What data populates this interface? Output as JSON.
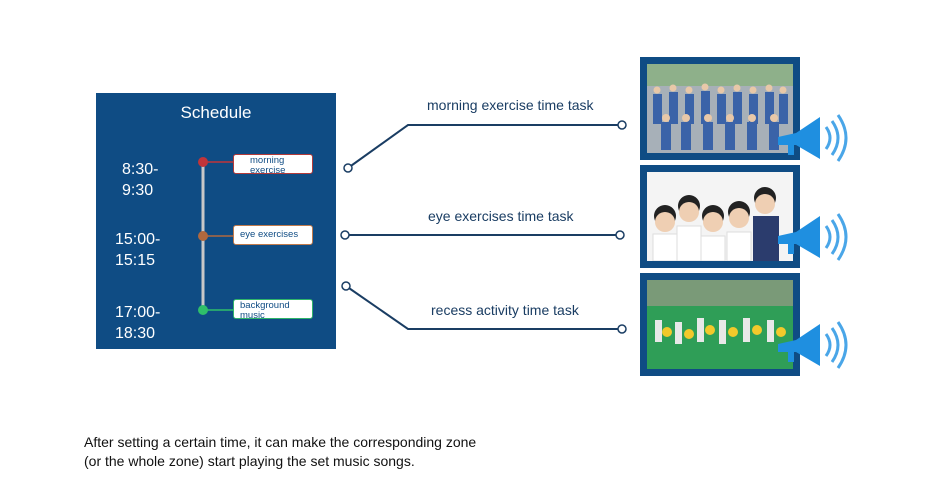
{
  "schedule": {
    "title": "Schedule",
    "rows": [
      {
        "time": "8:30-\n9:30",
        "tag": "morning exercise",
        "dot_color": "#c0343a"
      },
      {
        "time": "15:00-\n15:15",
        "tag": "eye exercises",
        "dot_color": "#b0683e"
      },
      {
        "time": "17:00-\n18:30",
        "tag": "background music",
        "dot_color": "#2fbf6a"
      }
    ]
  },
  "tasks": [
    {
      "label": "morning exercise time task"
    },
    {
      "label": "eye exercises time task"
    },
    {
      "label": "recess activity time task"
    }
  ],
  "footer": {
    "line1": "After setting a certain time, it can make the corresponding zone",
    "line2": "(or the whole zone) start playing the set music songs."
  },
  "colors": {
    "panel": "#0f4c84",
    "connector": "#1a3d63",
    "speaker": "#1f8fe0",
    "speaker_waves": "#4aa6e8"
  },
  "icons": [
    "speaker-icon"
  ]
}
